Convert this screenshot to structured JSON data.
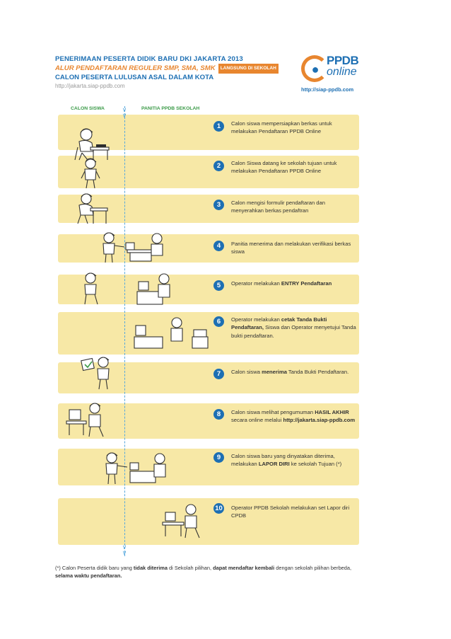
{
  "header": {
    "title": "PENERIMAAN PESERTA DIDIK BARU DKI JAKARTA 2013",
    "subtitle": "ALUR PENDAFTARAN REGULER SMP, SMA, SMK",
    "badge": "LANGSUNG DI SEKOLAH",
    "subtitle2": "CALON PESERTA LULUSAN ASAL DALAM KOTA",
    "url": "http://jakarta.siap-ppdb.com"
  },
  "logo": {
    "word1": "PPDB",
    "word2": "online",
    "url": "http://siap-ppdb.com"
  },
  "columns": {
    "left": "CALON SISWA",
    "right": "PANITIA PPDB SEKOLAH"
  },
  "steps": [
    {
      "num": "1",
      "parts": [
        {
          "t": "Calon siswa mempersiapkan berkas untuk melakukan Pendaftaran PPDB Online",
          "b": false
        }
      ]
    },
    {
      "num": "2",
      "parts": [
        {
          "t": "Calon Siswa datang ke sekolah tujuan untuk melakukan Pendaftaran PPDB Online",
          "b": false
        }
      ]
    },
    {
      "num": "3",
      "parts": [
        {
          "t": "Calon mengisi formulir pendaftaran dan menyerahkan berkas pendaftran",
          "b": false
        }
      ]
    },
    {
      "num": "4",
      "parts": [
        {
          "t": "Panitia menerima dan melakukan verifikasi berkas siswa",
          "b": false
        }
      ]
    },
    {
      "num": "5",
      "parts": [
        {
          "t": "Operator melakukan ",
          "b": false
        },
        {
          "t": "ENTRY Pendaftaran",
          "b": true
        }
      ]
    },
    {
      "num": "6",
      "parts": [
        {
          "t": "Operator melakukan ",
          "b": false
        },
        {
          "t": "cetak Tanda Bukti Pendaftaran,",
          "b": true
        },
        {
          "t": " Siswa dan Operator menyetujui Tanda bukti pendaftaran.",
          "b": false
        }
      ]
    },
    {
      "num": "7",
      "parts": [
        {
          "t": "Calon siswa ",
          "b": false
        },
        {
          "t": "menerima",
          "b": true
        },
        {
          "t": " Tanda Bukti Pendaftaran.",
          "b": false
        }
      ]
    },
    {
      "num": "8",
      "parts": [
        {
          "t": "Calon siswa melihat pengumuman ",
          "b": false
        },
        {
          "t": "HASIL AKHIR",
          "b": true
        },
        {
          "t": " secara online melalui ",
          "b": false
        },
        {
          "t": "http://jakarta.siap-ppdb.com",
          "b": true
        }
      ]
    },
    {
      "num": "9",
      "parts": [
        {
          "t": "Calon siswa baru yang dinyatakan diterima, melakukan ",
          "b": false
        },
        {
          "t": "LAPOR DIRI",
          "b": true
        },
        {
          "t": " ke sekolah Tujuan (*)",
          "b": false
        }
      ]
    },
    {
      "num": "10",
      "parts": [
        {
          "t": "Operator PPDB Sekolah melakukan set Lapor diri CPDB",
          "b": false
        }
      ]
    }
  ],
  "footnote": [
    {
      "t": "(*) Calon Peserta didik baru yang ",
      "b": false
    },
    {
      "t": "tidak diterima",
      "b": true
    },
    {
      "t": " di Sekolah pilihan, ",
      "b": false
    },
    {
      "t": "dapat mendaftar kembali",
      "b": true
    },
    {
      "t": " dengan sekolah pilihan berbeda, ",
      "b": false
    },
    {
      "t": "selama waktu pendaftaran.",
      "b": true
    }
  ],
  "icons": {
    "arrow": "chevron-down-icon",
    "figures": "person-illustration"
  },
  "colors": {
    "blue": "#1d6fb3",
    "orange": "#e8862f",
    "green": "#3a9a47",
    "step_bg": "#f7e8a6"
  }
}
